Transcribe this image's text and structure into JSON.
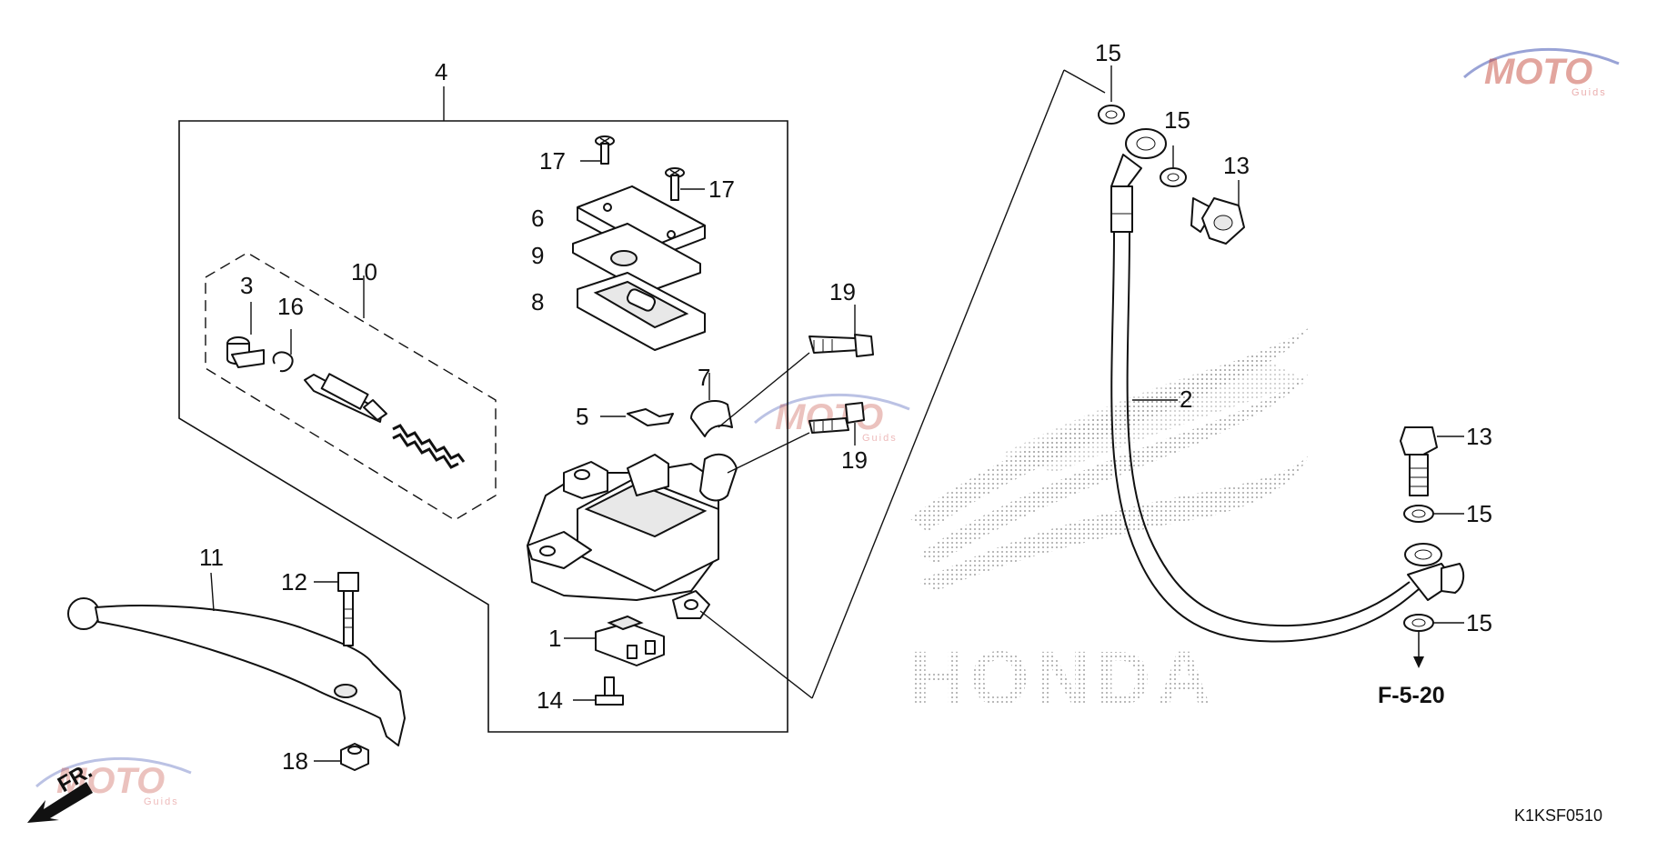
{
  "parts": {
    "p1": "1",
    "p2": "2",
    "p3": "3",
    "p4": "4",
    "p5": "5",
    "p6": "6",
    "p7": "7",
    "p8": "8",
    "p9": "9",
    "p10": "10",
    "p11": "11",
    "p12": "12",
    "p13": "13",
    "p14": "14",
    "p15": "15",
    "p16": "16",
    "p17": "17",
    "p18": "18",
    "p19": "19"
  },
  "reference": "F-5-20",
  "diagram_code": "K1KSF0510",
  "direction": "FR.",
  "watermark": {
    "main": "MOTO",
    "sub": "Guids",
    "color": "#c0392b",
    "accent": "#5566bb"
  },
  "background_logo": "HONDA",
  "icons": [
    "arrow-front-icon",
    "arrow-down-icon"
  ]
}
